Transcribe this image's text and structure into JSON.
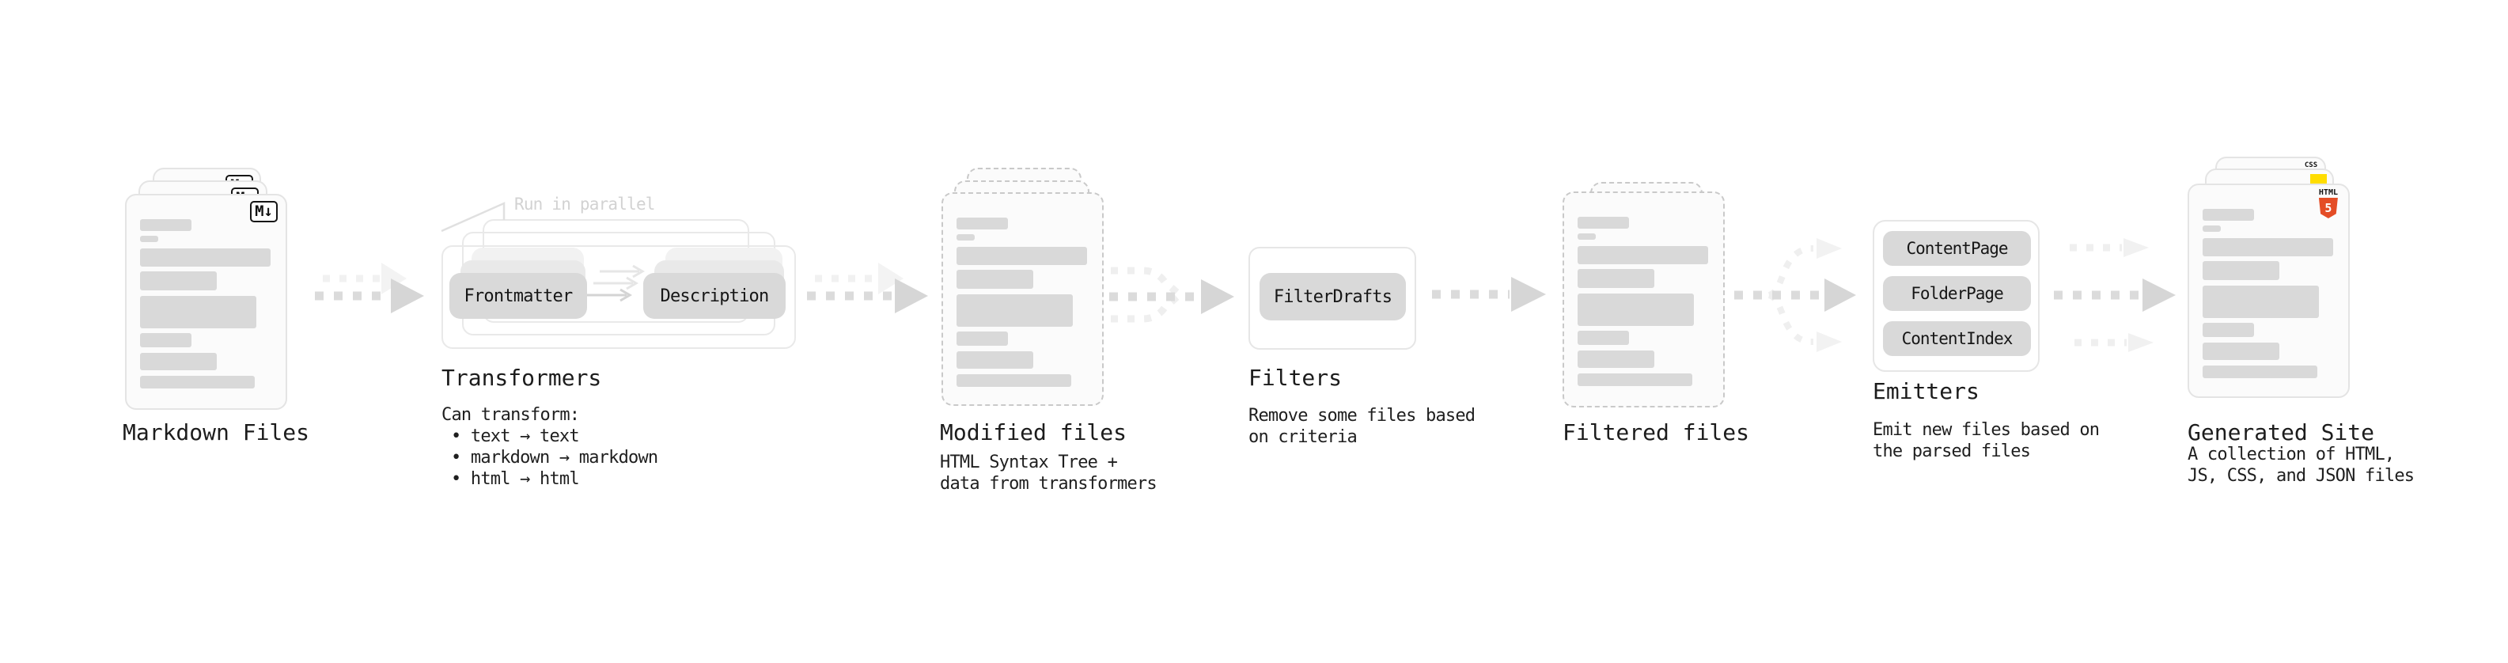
{
  "stages": {
    "markdown": {
      "label": "Markdown Files",
      "badge": "M↓",
      "file_count": 3
    },
    "transformers": {
      "label": "Transformers",
      "annotation": "Run in parallel",
      "pill_frontmatter": "Frontmatter",
      "pill_description": "Description",
      "desc_lines": [
        "Can transform:",
        "• text → text",
        "• markdown → markdown",
        "• html → html"
      ]
    },
    "modified": {
      "label": "Modified files",
      "desc_lines": [
        "HTML Syntax Tree +",
        "data from transformers"
      ],
      "file_count": 3
    },
    "filters": {
      "label": "Filters",
      "pill": "FilterDrafts",
      "desc_lines": [
        "Remove some files based",
        "on criteria"
      ]
    },
    "filtered": {
      "label": "Filtered files",
      "file_count": 2
    },
    "emitters": {
      "label": "Emitters",
      "pills": [
        "ContentPage",
        "FolderPage",
        "ContentIndex"
      ],
      "desc_lines": [
        "Emit new files based on",
        "the parsed files"
      ]
    },
    "generated": {
      "label": "Generated Site",
      "badge_html_label": "HTML",
      "badge_html_number": "5",
      "badge_css_label": "CSS",
      "desc_lines": [
        "A collection of HTML,",
        "JS, CSS, and JSON files"
      ],
      "file_count": 3
    }
  },
  "colors": {
    "html5_orange": "#e44d26",
    "js_yellow": "#ffdd00",
    "css_blue": "#2965f1",
    "markdown_badge_black": "#161616",
    "skeleton_gray": "#d9d9d9",
    "arrow_gray": "#d7d7d7",
    "arrow_light_gray": "#efefef",
    "card_background": "#fbfbfb"
  }
}
